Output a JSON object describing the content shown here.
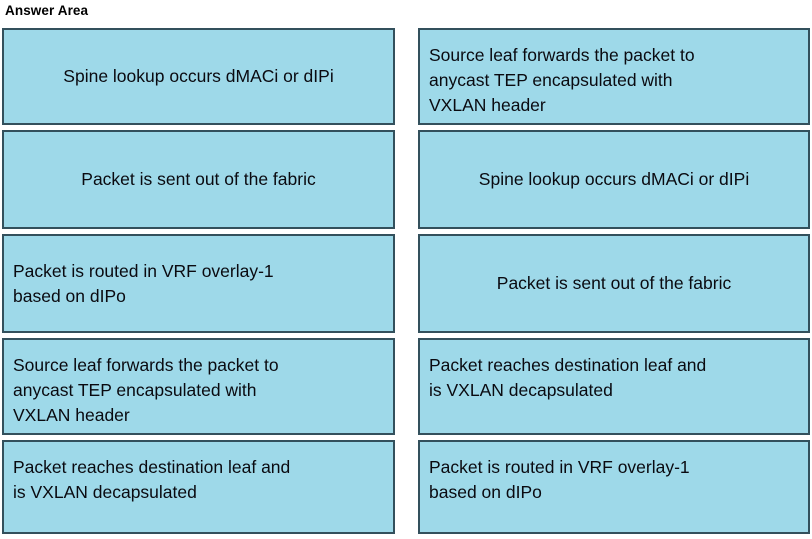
{
  "page": {
    "title": "Answer Area",
    "background_color": "#ffffff"
  },
  "style": {
    "box_fill_color": "#9ed9e9",
    "box_border_color": "#33505c",
    "text_color": "#0a0a10"
  },
  "answer_area": {
    "columns": [
      {
        "name": "left-column",
        "boxes": [
          {
            "text": "Spine lookup occurs dMACi or dIPi",
            "lines": 1,
            "align": "center"
          },
          {
            "text": "Packet is sent out of the fabric",
            "lines": 1,
            "align": "center"
          },
          {
            "text": "Packet is routed in VRF overlay-1\nbased on dIPo",
            "lines": 2,
            "align": "left"
          },
          {
            "text": "Source leaf forwards the packet to\nanycast TEP encapsulated with\nVXLAN header",
            "lines": 3,
            "align": "left"
          },
          {
            "text": "Packet reaches destination leaf and\nis VXLAN decapsulated",
            "lines": 2,
            "align": "left"
          }
        ]
      },
      {
        "name": "right-column",
        "boxes": [
          {
            "text": "Source leaf forwards the packet to\nanycast TEP encapsulated with\nVXLAN header",
            "lines": 3,
            "align": "left"
          },
          {
            "text": "Spine lookup occurs dMACi or dIPi",
            "lines": 1,
            "align": "center"
          },
          {
            "text": "Packet is sent out of the fabric",
            "lines": 1,
            "align": "center"
          },
          {
            "text": "Packet reaches destination leaf and\nis VXLAN decapsulated",
            "lines": 2,
            "align": "left"
          },
          {
            "text": "Packet is routed in VRF overlay-1\nbased on dIPo",
            "lines": 2,
            "align": "left"
          }
        ]
      }
    ]
  }
}
